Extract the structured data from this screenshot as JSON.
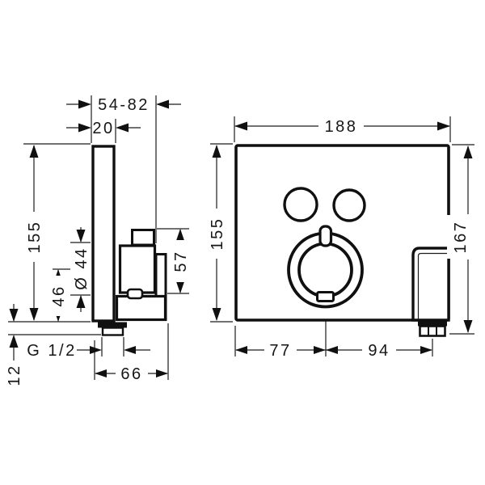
{
  "drawing_type": "technical-dimension-drawing",
  "colors": {
    "ink": "#101010",
    "line": "#1c1c1c",
    "background": "#ffffff"
  },
  "side_view": {
    "name": "shower valve side profile",
    "dims": {
      "depth_range": "54-82",
      "plate_thickness": "20",
      "plate_height": "155",
      "knob_diameter": "Ø 44",
      "bottom_to_center": "46",
      "body_height": "57",
      "outlet_protrusion": "12",
      "thread": "G 1/2",
      "body_width": "66"
    }
  },
  "front_view": {
    "name": "shower valve front faceplate",
    "dims": {
      "plate_width": "188",
      "plate_height": "155",
      "overall_height": "167",
      "left_to_knob_center": "77",
      "knob_center_to_outlet": "94"
    }
  }
}
